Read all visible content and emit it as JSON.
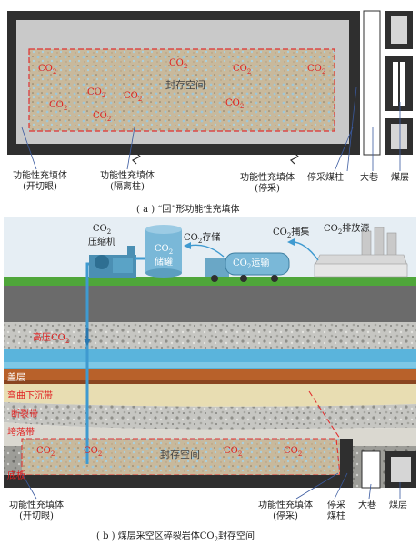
{
  "top": {
    "storage_label": "封存空间",
    "co2_text": "CO",
    "co2_sub": "2",
    "labels": {
      "fill_cut": "功能性充填体",
      "fill_cut_paren": "(开切眼)",
      "fill_pillar": "功能性充填体",
      "fill_pillar_paren": "(隔离柱)",
      "fill_stop": "功能性充填体",
      "fill_stop_paren": "(停采)",
      "stop_pillar": "停采煤柱",
      "roadway": "大巷",
      "coal_seam": "煤层"
    },
    "caption": "( a ) “回”形功能性充填体"
  },
  "bottom": {
    "compressor": "压缩机",
    "tank_label": "储罐",
    "storage": "存储",
    "transport": "运输",
    "capture": "捕集",
    "emission_source": "排放源",
    "high_pressure_co2": "高压CO",
    "caprock": "盖层",
    "bending_zone": "弯曲下沉带",
    "fracture_zone": "断裂带",
    "caving_zone": "垮落带",
    "floor": "底板",
    "storage_space": "封存空间",
    "labels": {
      "fill_cut": "功能性充填体",
      "fill_cut_paren": "(开切眼)",
      "fill_stop": "功能性充填体",
      "fill_stop_paren": "(停采)",
      "stop_pillar_1": "停采",
      "stop_pillar_2": "煤柱",
      "roadway": "大巷",
      "coal_seam": "煤层"
    },
    "caption_pre": "( b ) 煤层采空区碎裂岩体CO",
    "caption_post": "封存空间"
  },
  "colors": {
    "dark_frame": "#2f2f2f",
    "fill_body": "#c9c9c9",
    "storage": "#c9b89a",
    "dashed": "#e03030",
    "sky": "#e6eef4",
    "grass": "#4fa63a",
    "aquifer": "#5ab4dc",
    "caprock": "#b8612a",
    "tank": "#7ab8d8"
  }
}
